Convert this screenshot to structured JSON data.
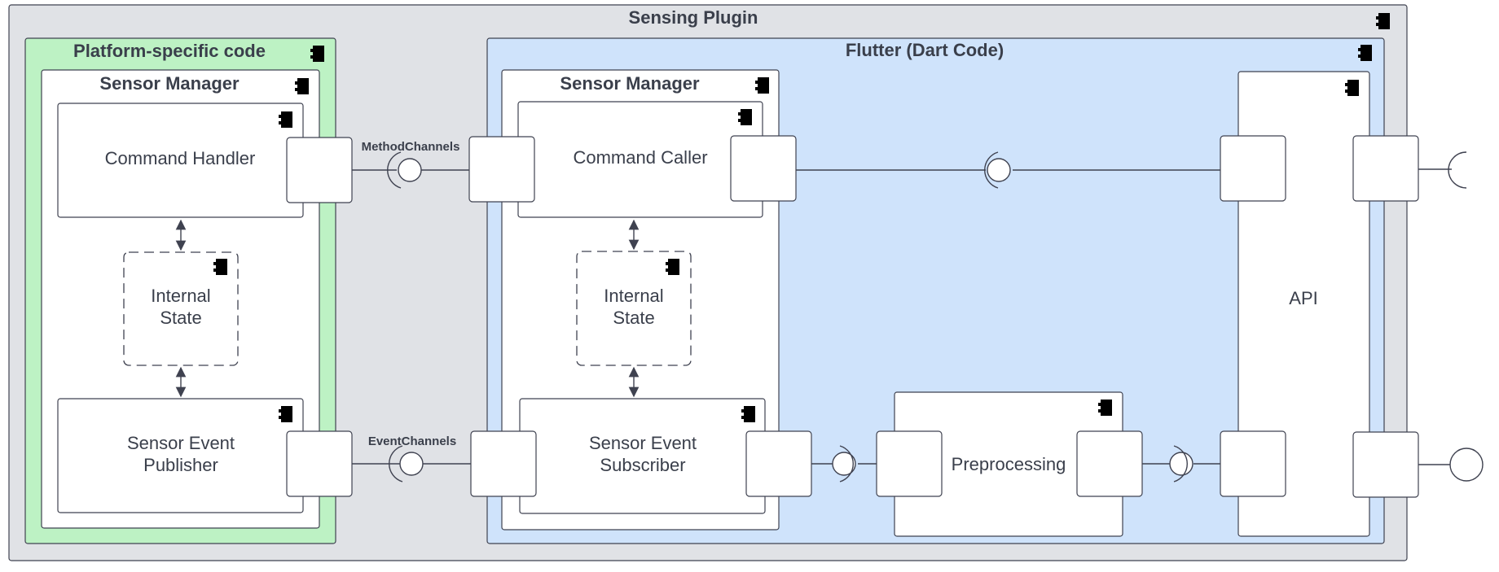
{
  "colors": {
    "outer_fill": "#e0e2e6",
    "platform_fill": "#bdf2c4",
    "flutter_fill": "#cfe3fb",
    "stroke": "#3f4250"
  },
  "diagram": {
    "outer_title": "Sensing Plugin",
    "platform": {
      "title": "Platform-specific code",
      "manager_title": "Sensor Manager",
      "command": "Command Handler",
      "state_line1": "Internal",
      "state_line2": "State",
      "event_line1": "Sensor Event",
      "event_line2": "Publisher"
    },
    "flutter": {
      "title": "Flutter (Dart Code)",
      "manager_title": "Sensor Manager",
      "command": "Command Caller",
      "state_line1": "Internal",
      "state_line2": "State",
      "event_line1": "Sensor Event",
      "event_line2": "Subscriber",
      "preprocessing": "Preprocessing",
      "api": "API"
    },
    "channels": {
      "method": "MethodChannels",
      "event": "EventChannels"
    }
  },
  "icons": [
    "component-icon"
  ]
}
